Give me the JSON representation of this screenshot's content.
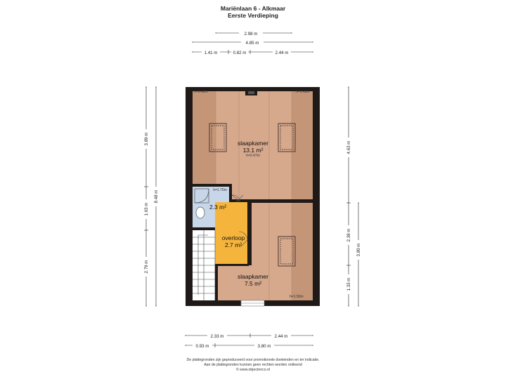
{
  "header": {
    "address": "Mariënlaan 6 - Alkmaar",
    "floor": "Eerste Verdieping"
  },
  "rooms": {
    "bedroom_large": {
      "name": "slaapkamer",
      "area": "13.1 m²",
      "height": "h=2.47m"
    },
    "bathroom": {
      "area": "2.3 m²",
      "height": "h=1.75m"
    },
    "landing": {
      "name": "overloop",
      "area": "2.7 m²"
    },
    "bedroom_small": {
      "name": "slaapkamer",
      "area": "7.5 m²"
    }
  },
  "heights": {
    "top_left": "h=0.48m",
    "top_right": "h=0.48m",
    "bottom_right": "h=1.50m"
  },
  "dimensions": {
    "top_1": "2.98 m",
    "top_2": "4.85 m",
    "top_3a": "1.41 m",
    "top_3b": "0.82 m",
    "top_3c": "2.44 m",
    "left_a": "3.89 m",
    "left_b": "1.63 m",
    "left_c": "2.79 m",
    "left_total": "8.48 m",
    "right_a": "4.63 m",
    "right_b": "2.38 m",
    "right_c": "1.33 m",
    "right_total": "3.80 m",
    "bottom_1a": "2.33 m",
    "bottom_1b": "2.44 m",
    "bottom_2a": "0.93 m",
    "bottom_2b": "3.80 m"
  },
  "footer": {
    "line1": "De plattegronden zijn geproduceerd voor promotionele doeleinden en ter indicatie.",
    "line2": "Aan de plattegronden kunnen geen rechten worden ontleend",
    "line3": "© www.objectenco.nl"
  },
  "colors": {
    "wall": "#1f1a17",
    "floor_light": "#d6a88c",
    "floor_dark": "#c49577",
    "bathroom": "#c7d6e8",
    "landing": "#f5b53c",
    "stairs": "#ffffff"
  }
}
